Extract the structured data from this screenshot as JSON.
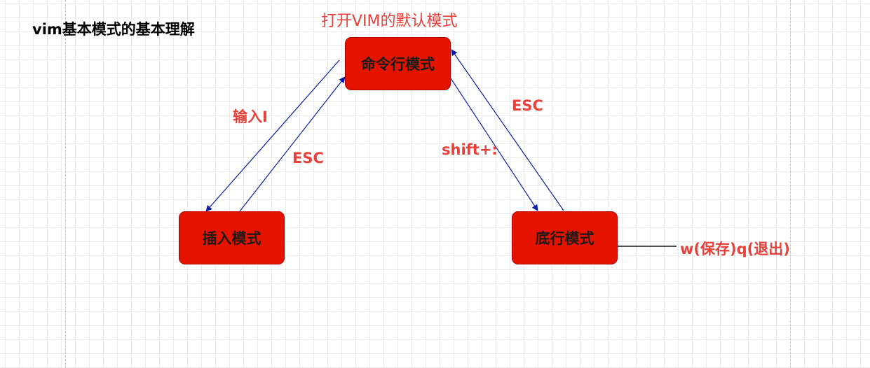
{
  "diagram": {
    "title": "vim基本模式的基本理解",
    "top_note": "打开VIM的默认模式",
    "nodes": {
      "command_mode": "命令行模式",
      "insert_mode": "插入模式",
      "bottom_line_mode": "底行模式"
    },
    "edge_labels": {
      "command_to_insert": "输入I",
      "insert_to_command": "ESC",
      "bottom_to_command": "ESC",
      "command_to_bottom": "shift+:"
    },
    "side_note": "w(保存)q(退出)",
    "colors": {
      "node_fill": "#e51400",
      "node_border": "#b20000",
      "label_red": "#e8413c",
      "edge_blue": "#0a1fa8",
      "title_black": "#000000"
    }
  }
}
